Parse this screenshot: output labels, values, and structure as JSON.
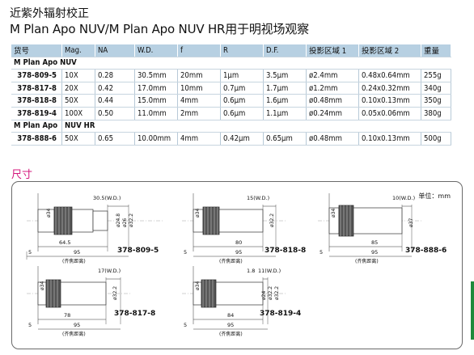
{
  "title_cn": "近紫外辐射校正",
  "title_en": "M Plan Apo NUV/M Plan Apo NUV HR用于明视场观察",
  "table": {
    "headers": [
      "货号",
      "Mag.",
      "NA",
      "W.D.",
      "f",
      "R",
      "D.F.",
      "投影区域 1",
      "投影区域 2",
      "重量"
    ],
    "group1": "M Plan Apo NUV",
    "rows1": [
      [
        "378-809-5",
        "10X",
        "0.28",
        "30.5mm",
        "20mm",
        "1µm",
        "3.5µm",
        "ø2.4mm",
        "0.48x0.64mm",
        "255g"
      ],
      [
        "378-817-8",
        "20X",
        "0.42",
        "17.0mm",
        "10mm",
        "0.7µm",
        "1.7µm",
        "ø1.2mm",
        "0.24x0.32mm",
        "340g"
      ],
      [
        "378-818-8",
        "50X",
        "0.44",
        "15.0mm",
        "4mm",
        "0.6µm",
        "1.6µm",
        "ø0.48mm",
        "0.10x0.13mm",
        "350g"
      ],
      [
        "378-819-4",
        "100X",
        "0.50",
        "11.0mm",
        "2mm",
        "0.6µm",
        "1.1µm",
        "ø0.24mm",
        "0.05x0.06mm",
        "380g"
      ]
    ],
    "group2a": "M Plan Apo",
    "group2b": "NUV HR",
    "rows2": [
      [
        "378-888-6",
        "50X",
        "0.65",
        "10.00mm",
        "4mm",
        "0.42µm",
        "0.65µm",
        "ø0.48mm",
        "0.10x0.13mm",
        "500g"
      ]
    ]
  },
  "section_title": "尺寸",
  "unit_label": "单位：mm",
  "parfocal": "(齐焦距离)",
  "drawings": {
    "d1": {
      "code": "378-809-5",
      "wd": "30.5(W.D.)",
      "l1": "64.5",
      "l2": "95",
      "five": "5",
      "dia1": "ø34",
      "dia2": "ø24.8",
      "dia3": "ø26",
      "dia4": "ø32.2"
    },
    "d2": {
      "code": "378-818-8",
      "wd": "15(W.D.)",
      "l1": "80",
      "l2": "95",
      "five": "5",
      "dia1": "ø34",
      "dia2": "ø32.2"
    },
    "d3": {
      "code": "378-888-6",
      "wd": "10(W.D.)",
      "l1": "85",
      "l2": "95",
      "five": "5",
      "dia1": "ø34",
      "dia2": "ø37"
    },
    "d4": {
      "code": "378-817-8",
      "wd": "17(W.D.)",
      "l1": "78",
      "l2": "95",
      "five": "5",
      "dia1": "ø34",
      "dia2": "ø32.2"
    },
    "d5": {
      "code": "378-819-4",
      "wd": "11(W.D.)",
      "wd2": "1.8",
      "l1": "84",
      "l2": "95",
      "five": "5",
      "dia1": "ø34",
      "dia2": "ø24",
      "dia3": "ø32.2",
      "dia4": "ø32.2"
    }
  }
}
